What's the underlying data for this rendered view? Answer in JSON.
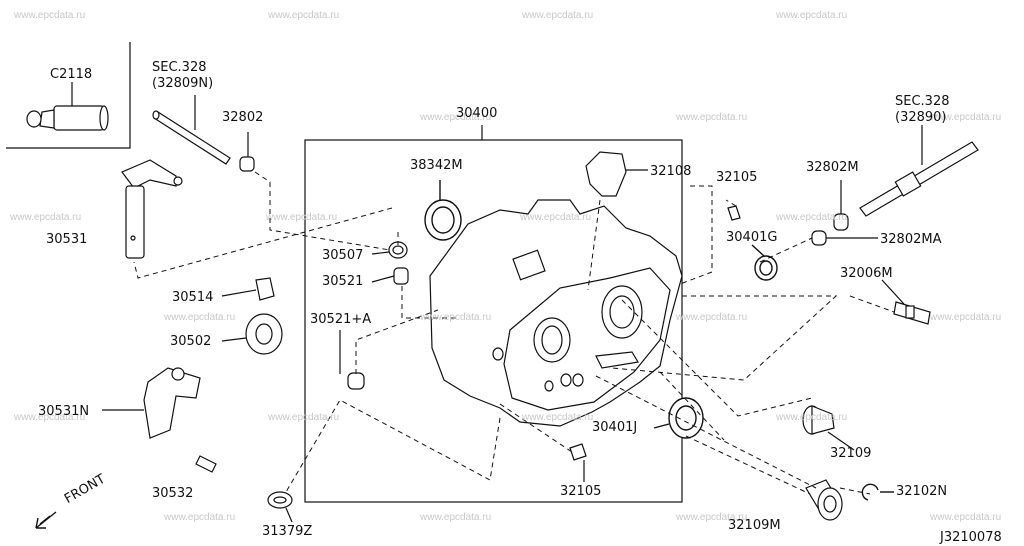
{
  "watermark": "www.epcdata.ru",
  "diagram_code": "J3210078",
  "front_label": "FRONT",
  "inset_label": "C2118",
  "labels": {
    "sec328_top": "SEC.328",
    "sec328_top_ref": "(32809N)",
    "p32802": "32802",
    "p30400": "30400",
    "p38342M": "38342M",
    "p32108": "32108",
    "p32105_top": "32105",
    "p30401G": "30401G",
    "sec328_right": "SEC.328",
    "sec328_right_ref": "(32890)",
    "p32802M": "32802M",
    "p32802MA": "32802MA",
    "p32006M": "32006M",
    "p30531": "30531",
    "p30507": "30507",
    "p30521": "30521",
    "p30514": "30514",
    "p30521A": "30521+A",
    "p30502": "30502",
    "p30531N": "30531N",
    "p30532": "30532",
    "p31379Z": "31379Z",
    "p32105_bottom": "32105",
    "p30401J": "30401J",
    "p32109": "32109",
    "p32102N": "32102N",
    "p32109M": "32109M"
  }
}
